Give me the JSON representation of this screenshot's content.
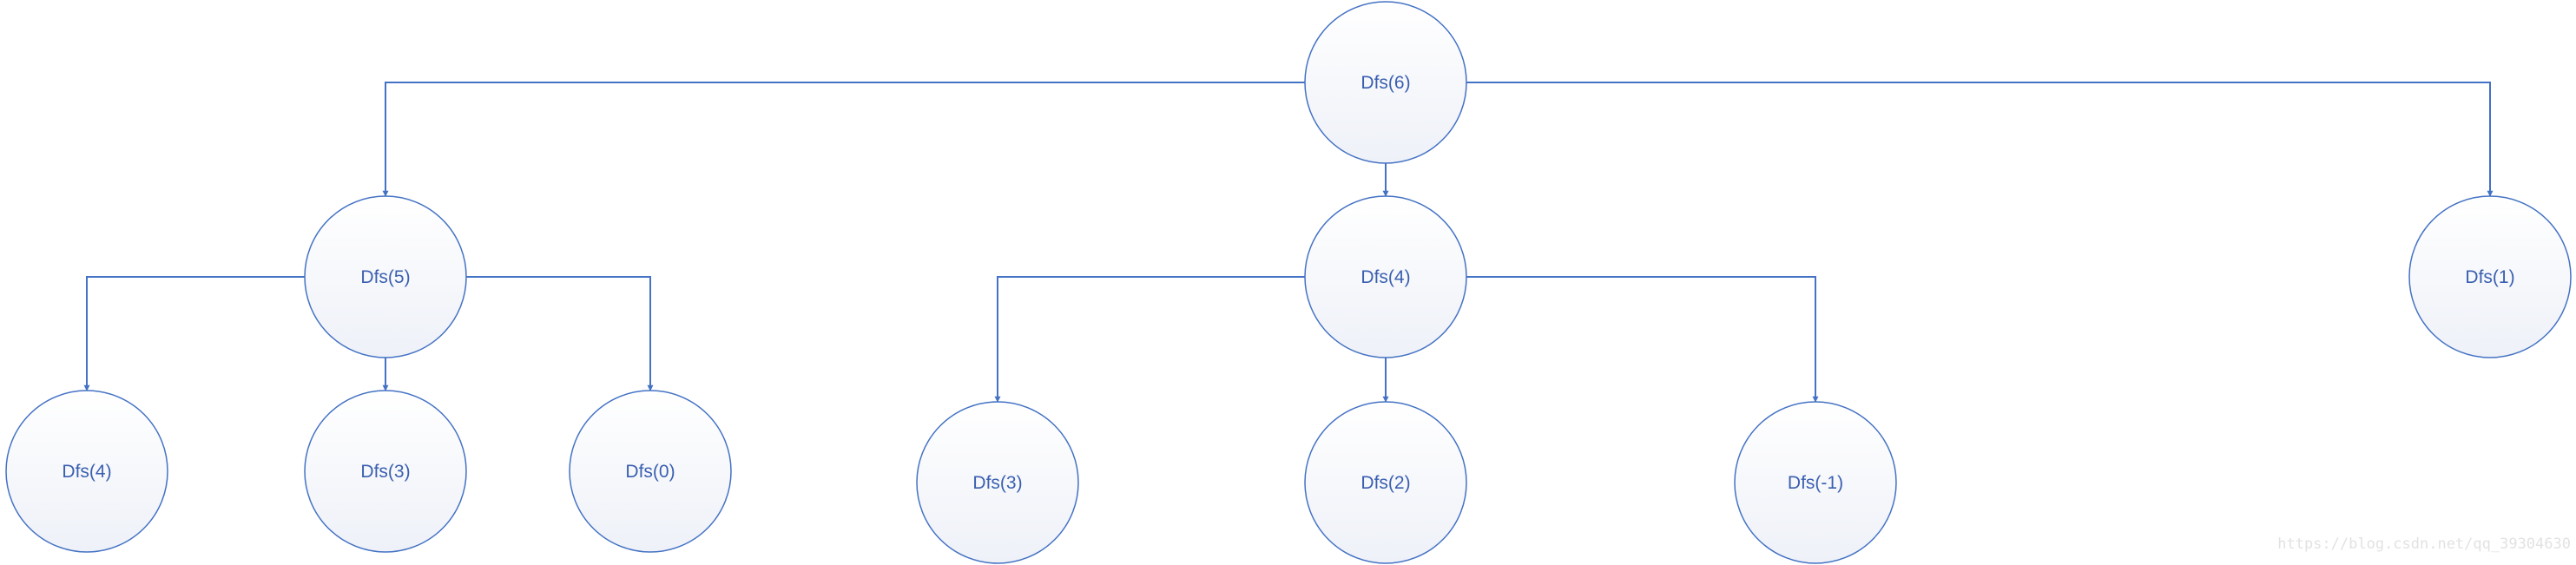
{
  "diagram": {
    "accent_color": "#4472c4",
    "nodes": [
      {
        "id": "n6",
        "label": "Dfs(6)"
      },
      {
        "id": "n5",
        "label": "Dfs(5)"
      },
      {
        "id": "n4a",
        "label": "Dfs(4)"
      },
      {
        "id": "n1",
        "label": "Dfs(1)"
      },
      {
        "id": "n4b",
        "label": "Dfs(4)"
      },
      {
        "id": "n3a",
        "label": "Dfs(3)"
      },
      {
        "id": "n0",
        "label": "Dfs(0)"
      },
      {
        "id": "n3b",
        "label": "Dfs(3)"
      },
      {
        "id": "n2",
        "label": "Dfs(2)"
      },
      {
        "id": "nm1",
        "label": "Dfs(-1)"
      }
    ],
    "edges": [
      {
        "from": "n6",
        "to": "n5"
      },
      {
        "from": "n6",
        "to": "n4a"
      },
      {
        "from": "n6",
        "to": "n1"
      },
      {
        "from": "n5",
        "to": "n4b"
      },
      {
        "from": "n5",
        "to": "n3a"
      },
      {
        "from": "n5",
        "to": "n0"
      },
      {
        "from": "n4a",
        "to": "n3b"
      },
      {
        "from": "n4a",
        "to": "n2"
      },
      {
        "from": "n4a",
        "to": "nm1"
      }
    ]
  },
  "watermark": "https://blog.csdn.net/qq_39304630"
}
